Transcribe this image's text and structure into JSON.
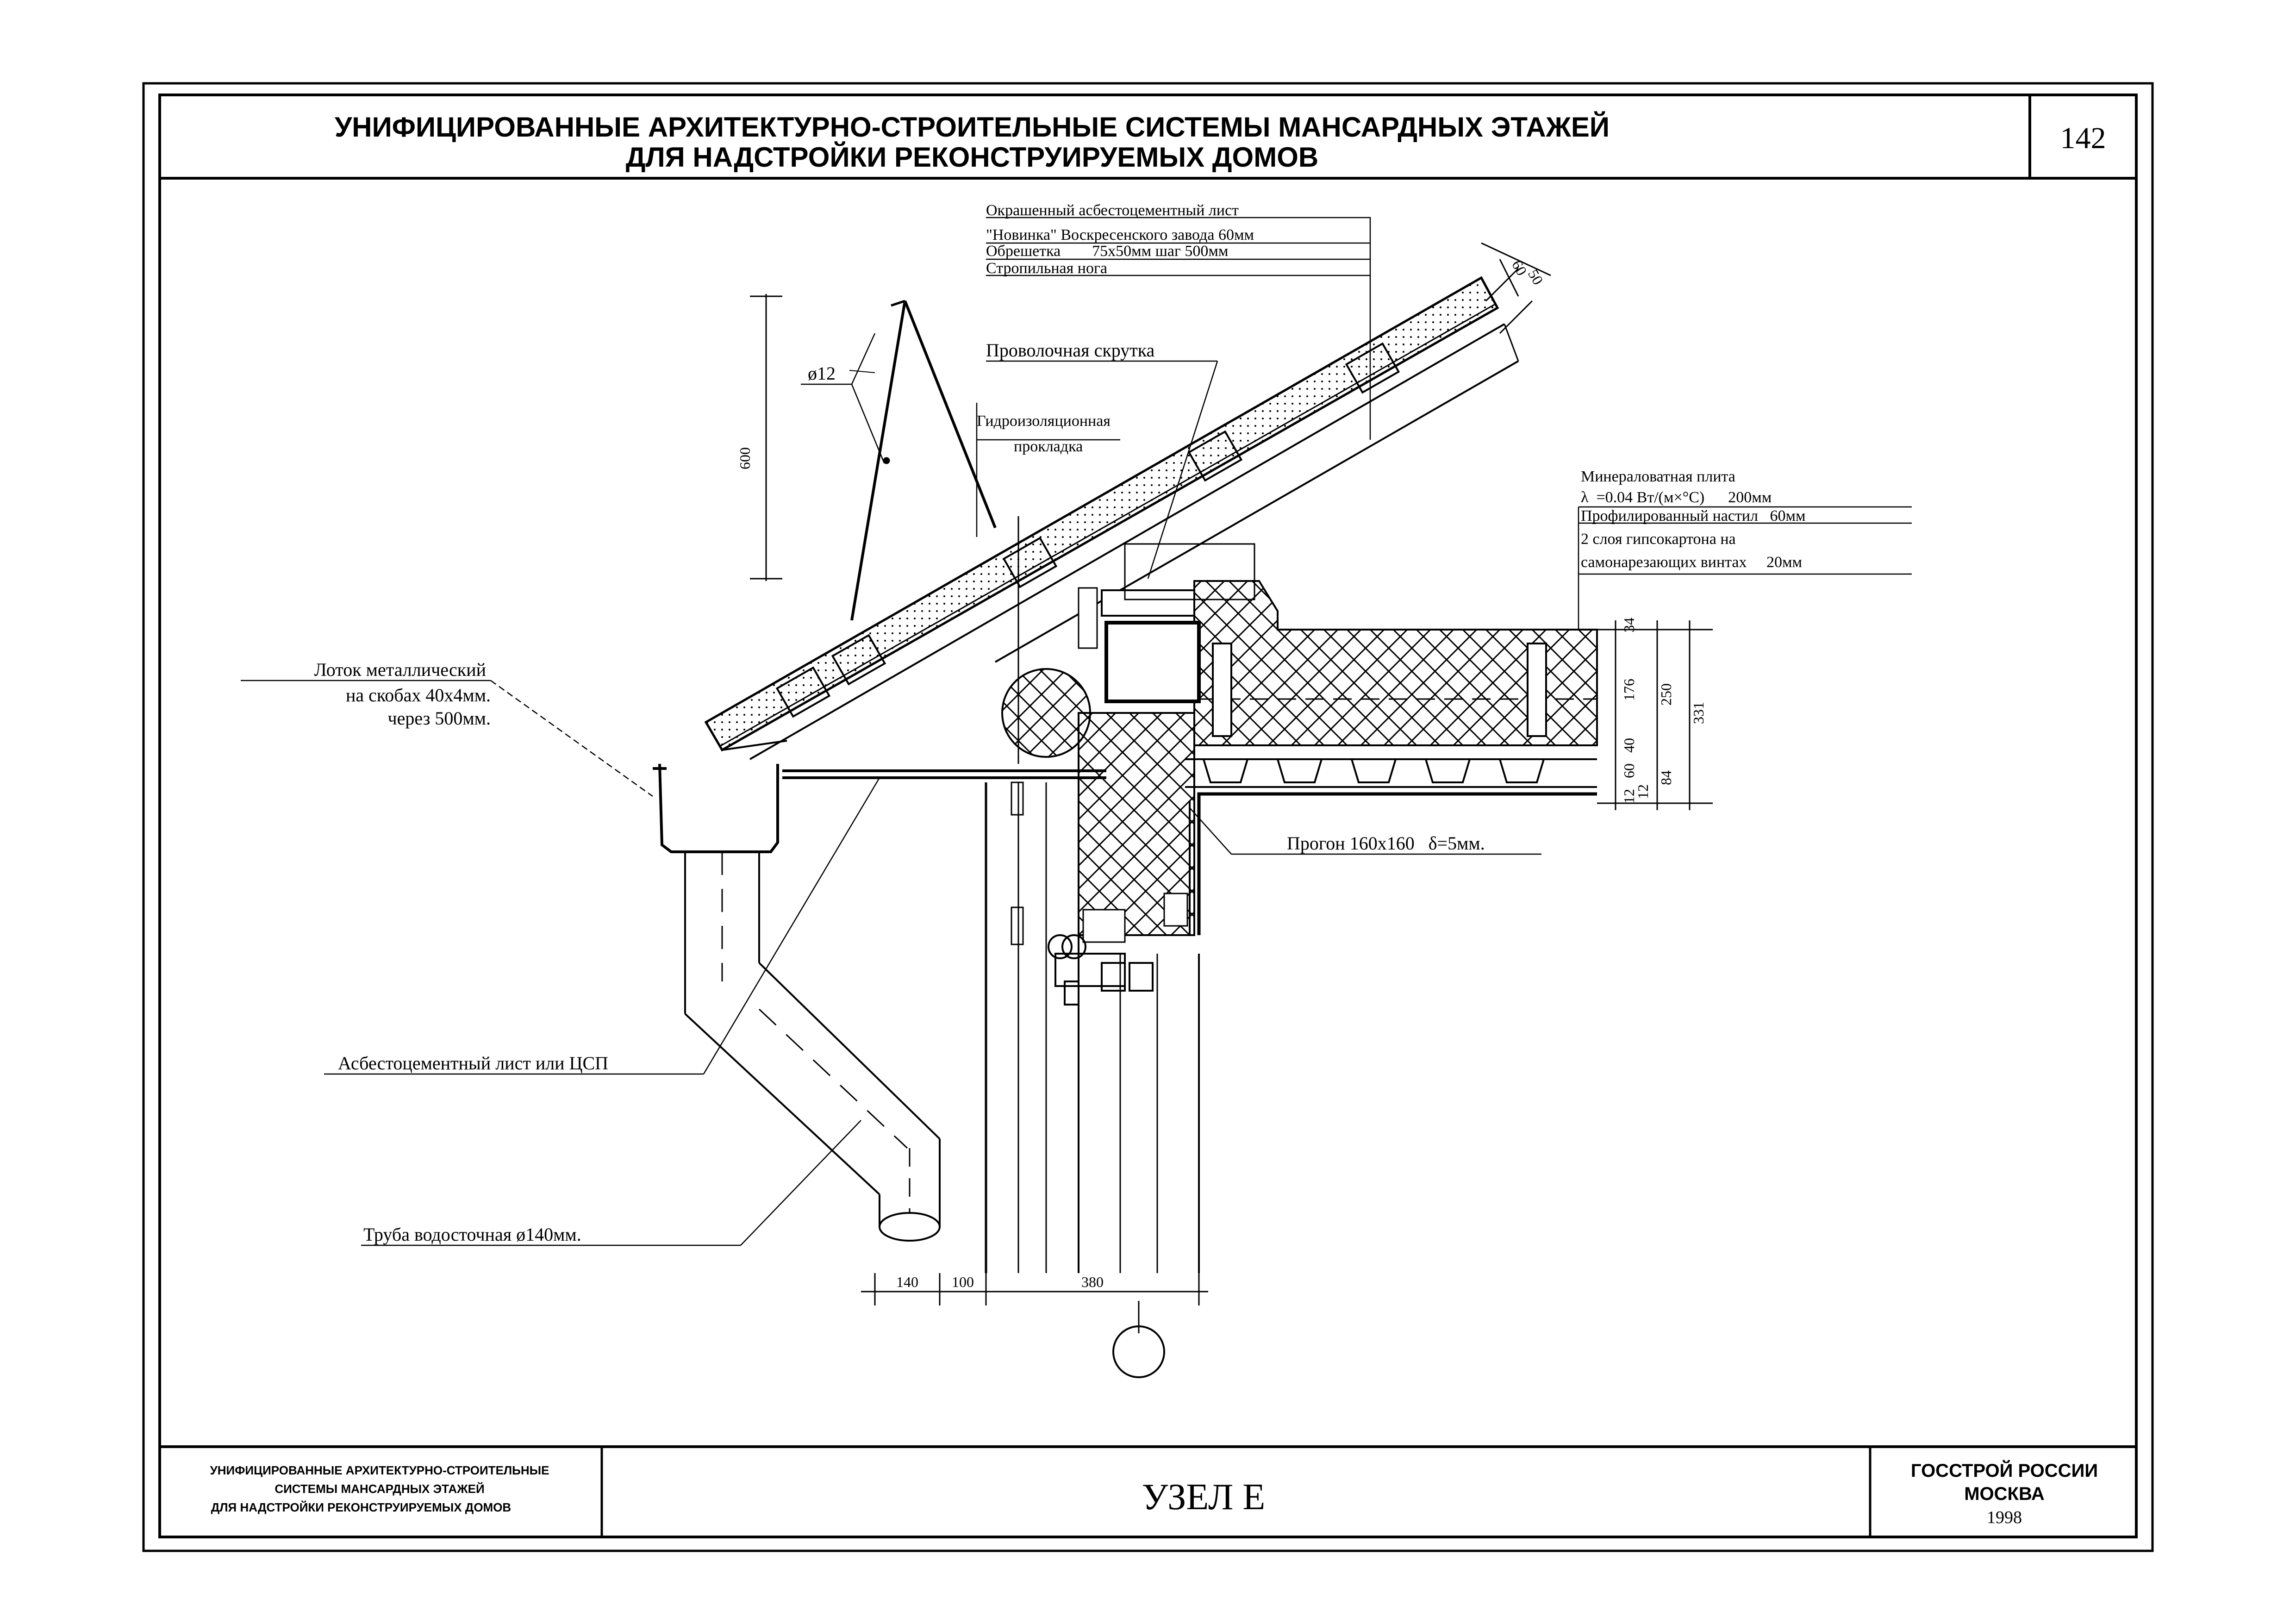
{
  "header": {
    "title_line1": "УНИФИЦИРОВАННЫЕ АРХИТЕКТУРНО-СТРОИТЕЛЬНЫЕ СИСТЕМЫ МАНСАРДНЫХ ЭТАЖЕЙ",
    "title_line2": "ДЛЯ НАДСТРОЙКИ РЕКОНСТРУИРУЕМЫХ ДОМОВ",
    "sheet_number": "142"
  },
  "roof_layers": [
    "Окрашенный асбестоцементный лист",
    "\"Новинка\" Воскресенского завода 60мм",
    "Обрешетка        75х50мм шаг 500мм",
    "Стропильная нога"
  ],
  "ceiling_layers": [
    "Минераловатная плита",
    "λ  =0.04 Вт/(м×°С)      200мм",
    "Профилированный настил   60мм",
    "2 слоя гипсокартона на",
    "самонарезающих винтах     20мм"
  ],
  "callouts": {
    "wire_twist": "Проволочная скрутка",
    "waterproof_line1": "Гидроизоляционная",
    "waterproof_line2": "прокладка",
    "diameter": "ø12",
    "gutter_line1": "Лоток металлический",
    "gutter_line2": "на скобах 40х4мм.",
    "gutter_line3": "через 500мм.",
    "purlin": "Прогон 160х160   δ=5мм.",
    "asbestos_sheet": "Асбестоцементный лист или ЦСП",
    "downpipe": "Труба водосточная ø140мм."
  },
  "dimensions": {
    "vertical_600": "600",
    "roof_60": "60",
    "roof_50": "50",
    "right_34": "34",
    "right_176": "176",
    "right_40": "40",
    "right_60": "60",
    "right_12a": "12",
    "right_12b": "12",
    "right_250": "250",
    "right_84": "84",
    "right_331": "331",
    "bottom_140": "140",
    "bottom_100": "100",
    "bottom_380": "380"
  },
  "title_block": {
    "left_line1": "УНИФИЦИРОВАННЫЕ АРХИТЕКТУРНО-СТРОИТЕЛЬНЫЕ",
    "left_line2": "СИСТЕМЫ МАНСАРДНЫХ ЭТАЖЕЙ",
    "left_line3": "ДЛЯ НАДСТРОЙКИ РЕКОНСТРУИРУЕМЫХ ДОМОВ",
    "center": "УЗЕЛ Е",
    "right_line1": "ГОССТРОЙ РОССИИ",
    "right_line2": "МОСКВА",
    "right_line3": "1998"
  }
}
